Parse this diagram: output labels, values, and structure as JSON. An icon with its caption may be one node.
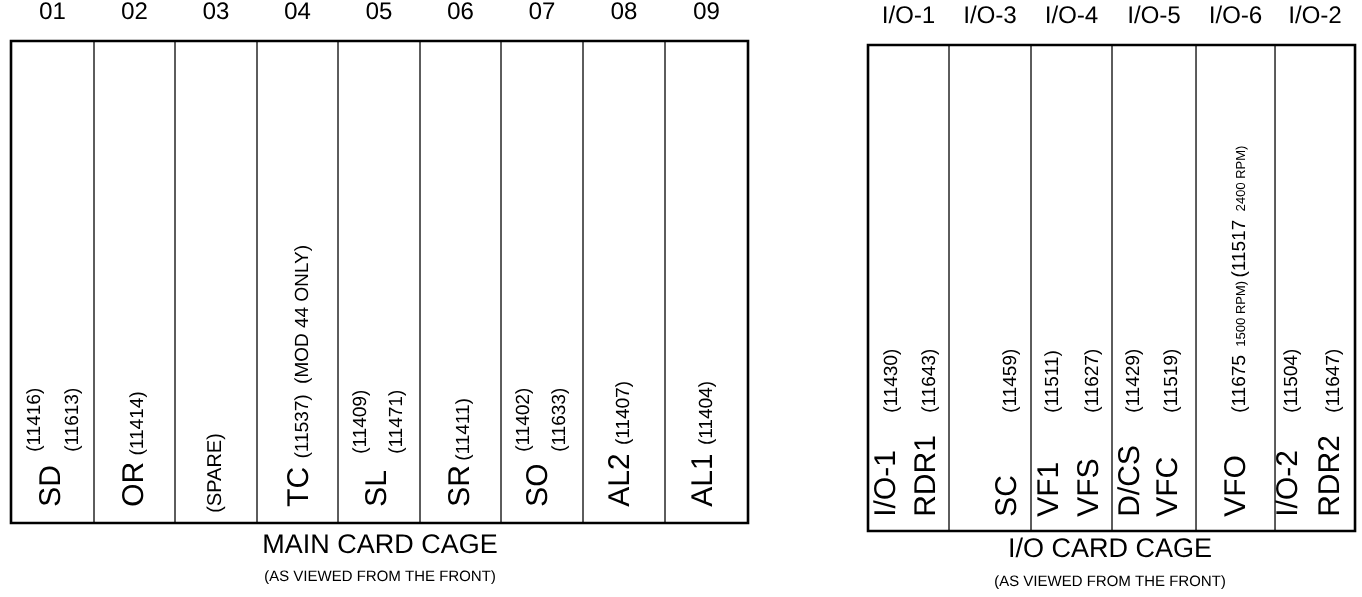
{
  "diagram": {
    "nodes": [
      {
        "text": [
          "MAIN CARD CAGE",
          "(AS VIEWED FROM THE FRONT)"
        ]
      },
      {
        "text": [
          "01",
          "SD",
          "(11416)",
          "(11613)"
        ],
        "in": 0
      },
      {
        "text": [
          "02",
          "OR",
          "(11414)"
        ],
        "in": 0
      },
      {
        "text": [
          "03",
          "(SPARE)"
        ],
        "in": 0
      },
      {
        "text": [
          "04",
          "TC",
          "(11537)",
          "(MOD 44 ONLY)"
        ],
        "in": 0
      },
      {
        "text": [
          "05",
          "SL",
          "(11409)",
          "(11471)"
        ],
        "in": 0
      },
      {
        "text": [
          "06",
          "SR",
          "(11411)"
        ],
        "in": 0
      },
      {
        "text": [
          "07",
          "SO",
          "(11402)",
          "(11633)"
        ],
        "in": 0
      },
      {
        "text": [
          "08",
          "AL2",
          "(11407)"
        ],
        "in": 0
      },
      {
        "text": [
          "09",
          "AL1",
          "(11404)"
        ],
        "in": 0
      },
      {
        "text": [
          "I/O CARD CAGE",
          "(AS VIEWED FROM THE FRONT)"
        ]
      },
      {
        "text": [
          "I/O-1",
          "I/O-1",
          "(11430)",
          "RDR1",
          "(11643)"
        ],
        "in": 10
      },
      {
        "text": [
          "I/O-3",
          "SC",
          "(11459)"
        ],
        "in": 10
      },
      {
        "text": [
          "I/O-4",
          "VF1",
          "(11511)",
          "VFS",
          "(11627)"
        ],
        "in": 10
      },
      {
        "text": [
          "I/O-5",
          "D/CS",
          "(11429)",
          "VFC",
          "(11519)"
        ],
        "in": 10
      },
      {
        "text": [
          "I/O-6",
          "VFO",
          "(11675",
          "1500 RPM)",
          "(11517",
          "2400 RPM)"
        ],
        "in": 10
      },
      {
        "text": [
          "I/O-2",
          "I/O-2",
          "(11504)",
          "RDR2",
          "(11647)"
        ],
        "in": 10
      }
    ]
  }
}
